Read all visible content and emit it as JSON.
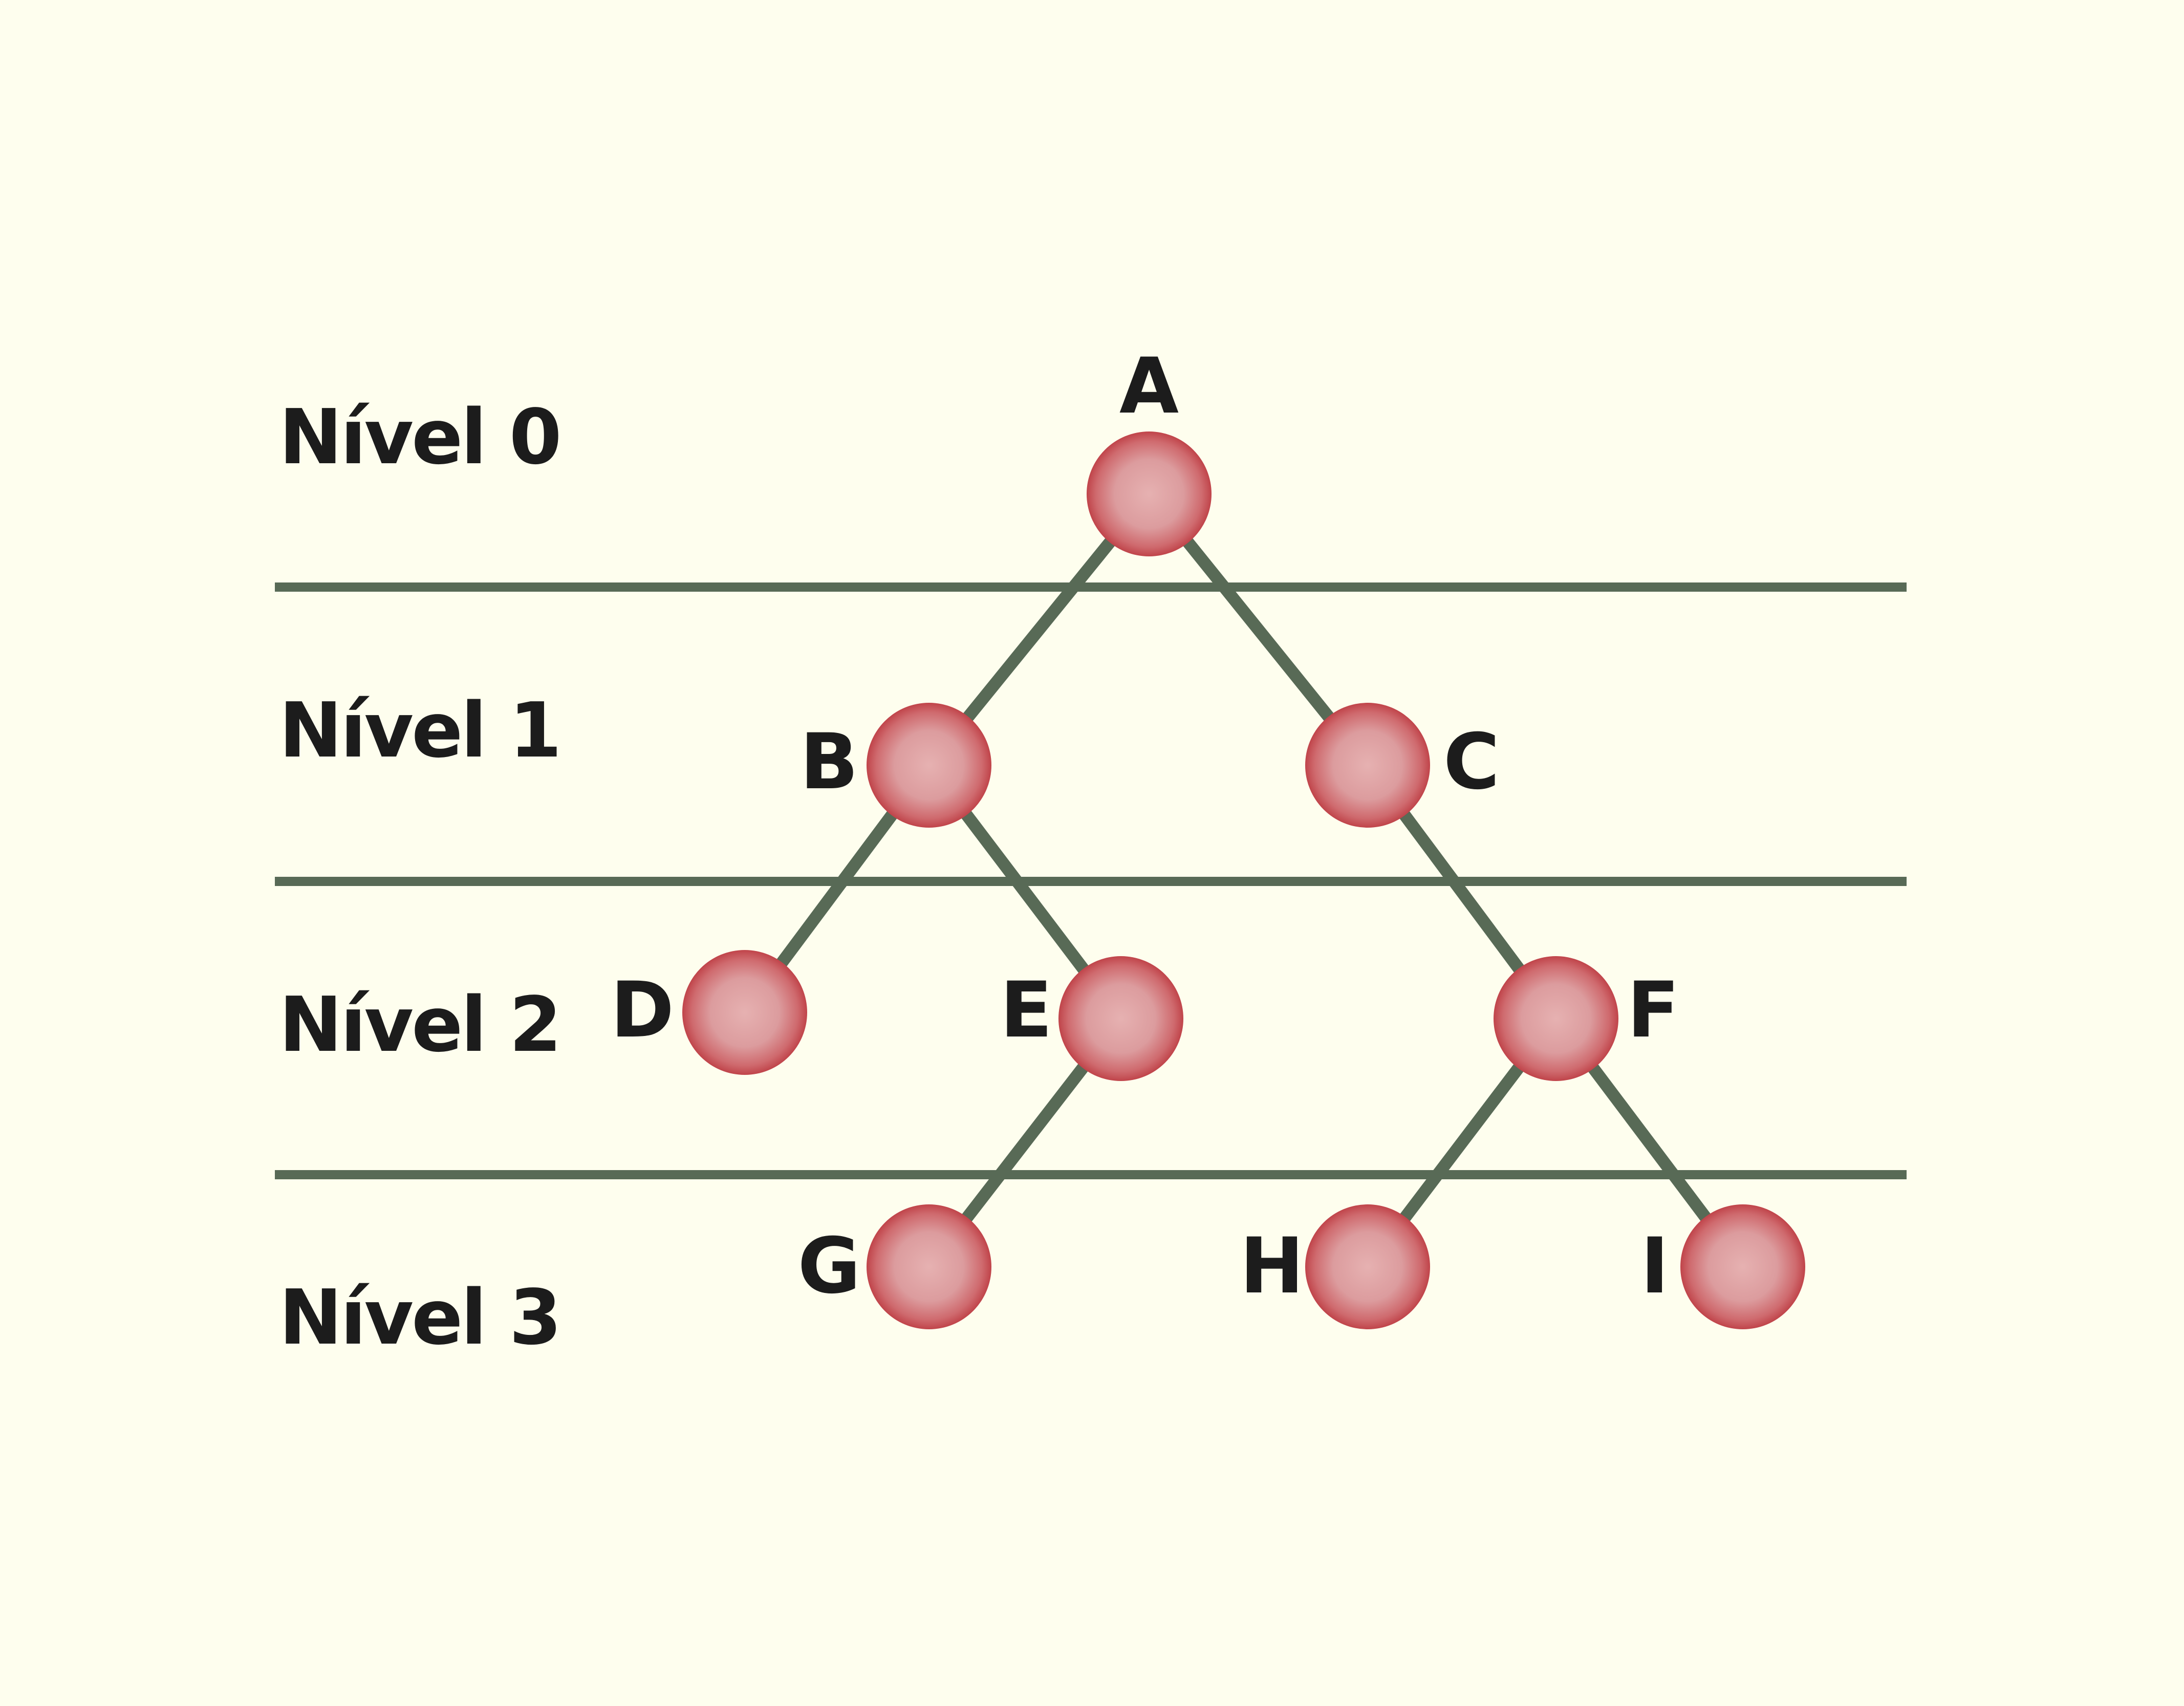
{
  "levels": [
    {
      "id": "level-0",
      "label": "Nível 0"
    },
    {
      "id": "level-1",
      "label": "Nível 1"
    },
    {
      "id": "level-2",
      "label": "Nível 2"
    },
    {
      "id": "level-3",
      "label": "Nível 3"
    }
  ],
  "nodes": [
    {
      "id": "A",
      "label": "A",
      "level": 0
    },
    {
      "id": "B",
      "label": "B",
      "level": 1
    },
    {
      "id": "C",
      "label": "C",
      "level": 1
    },
    {
      "id": "D",
      "label": "D",
      "level": 2
    },
    {
      "id": "E",
      "label": "E",
      "level": 2
    },
    {
      "id": "F",
      "label": "F",
      "level": 2
    },
    {
      "id": "G",
      "label": "G",
      "level": 3
    },
    {
      "id": "H",
      "label": "H",
      "level": 3
    },
    {
      "id": "I",
      "label": "I",
      "level": 3
    }
  ],
  "edges": [
    {
      "from": "A",
      "to": "B"
    },
    {
      "from": "A",
      "to": "C"
    },
    {
      "from": "B",
      "to": "D"
    },
    {
      "from": "B",
      "to": "E"
    },
    {
      "from": "C",
      "to": "F"
    },
    {
      "from": "E",
      "to": "G"
    },
    {
      "from": "F",
      "to": "H"
    },
    {
      "from": "F",
      "to": "I"
    }
  ],
  "colors": {
    "background": "#fefeee",
    "line": "#586a56",
    "node_center": "#e2adad",
    "node_edge": "#c4474c",
    "text": "#1c1c1c"
  }
}
